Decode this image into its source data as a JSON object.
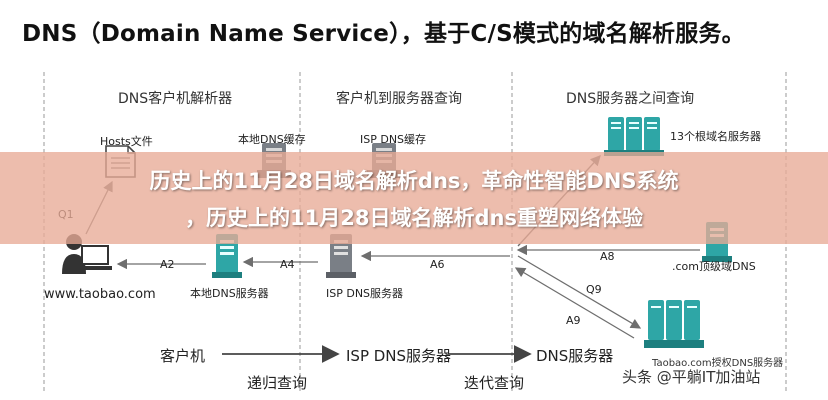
{
  "title": "DNS（Domain Name Service），基于C/S模式的域名解析服务。",
  "columns": {
    "client": "DNS客户机解析器",
    "client_to_server": "客户机到服务器查询",
    "server_to_server": "DNS服务器之间查询"
  },
  "nodes": {
    "hosts_file": "Hosts文件",
    "local_dns_cache": "本地DNS缓存",
    "isp_dns_cache": "ISP DNS缓存",
    "root_servers": "13个根域名服务器",
    "com_tld": ".com顶级域DNS",
    "client_host": "www.taobao.com",
    "local_dns_server": "本地DNS服务器",
    "isp_dns_server": "ISP DNS服务器",
    "taobao_auth": "Taobao.com授权DNS服务器"
  },
  "arrows": {
    "q1": "Q1",
    "a2": "A2",
    "a4": "A4",
    "a6": "A6",
    "a8": "A8",
    "q9": "Q9",
    "a9": "A9"
  },
  "bottom_flow": {
    "client": "客户机",
    "isp_dns": "ISP DNS服务器",
    "dns_server": "DNS服务器",
    "recursive": "递归查询",
    "iterative": "迭代查询"
  },
  "banner": {
    "line1": "历史上的11月28日域名解析dns，革命性智能DNS系统",
    "line2": "，历史上的11月28日域名解析dns重塑网络体验"
  },
  "watermark": "头条 @平躺IT加油站",
  "colors": {
    "server_teal": "#2ea6a6",
    "server_gray": "#7a7f86",
    "arrow_gray": "#6e6e6e",
    "banner_overlay": "#e8aa96"
  }
}
